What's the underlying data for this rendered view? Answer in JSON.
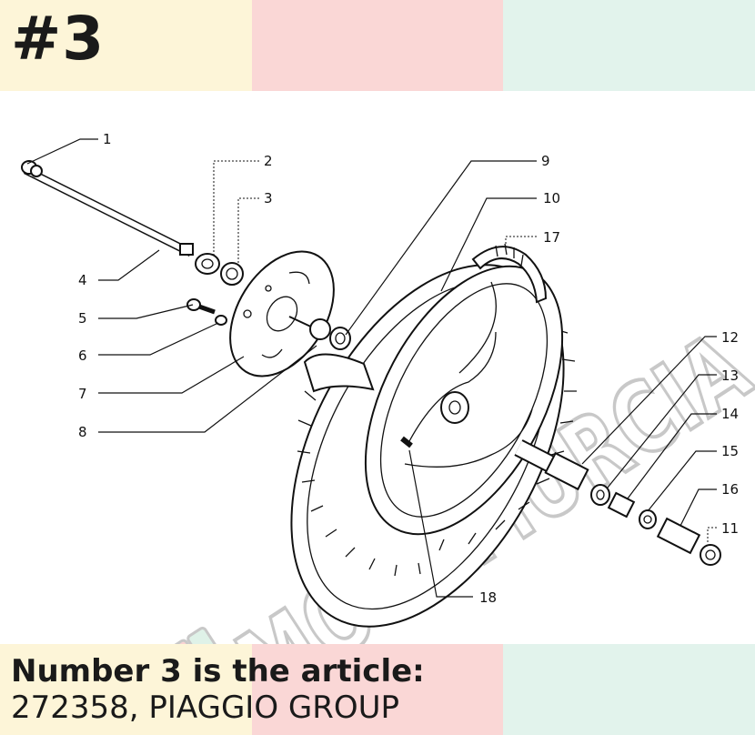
{
  "badge": "#3",
  "caption": {
    "line1": "Number 3 is the article:",
    "line2": "272358, PIAGGIO GROUP"
  },
  "watermark": "MOTOMURCIA",
  "colors": {
    "yellow": "#fdf5d8",
    "pink": "#fad7d6",
    "mint": "#e2f3ec",
    "ink": "#1a1a1a"
  },
  "part_labels": [
    "1",
    "2",
    "3",
    "4",
    "5",
    "6",
    "7",
    "8",
    "9",
    "10",
    "17",
    "12",
    "13",
    "14",
    "15",
    "16",
    "11",
    "18"
  ]
}
